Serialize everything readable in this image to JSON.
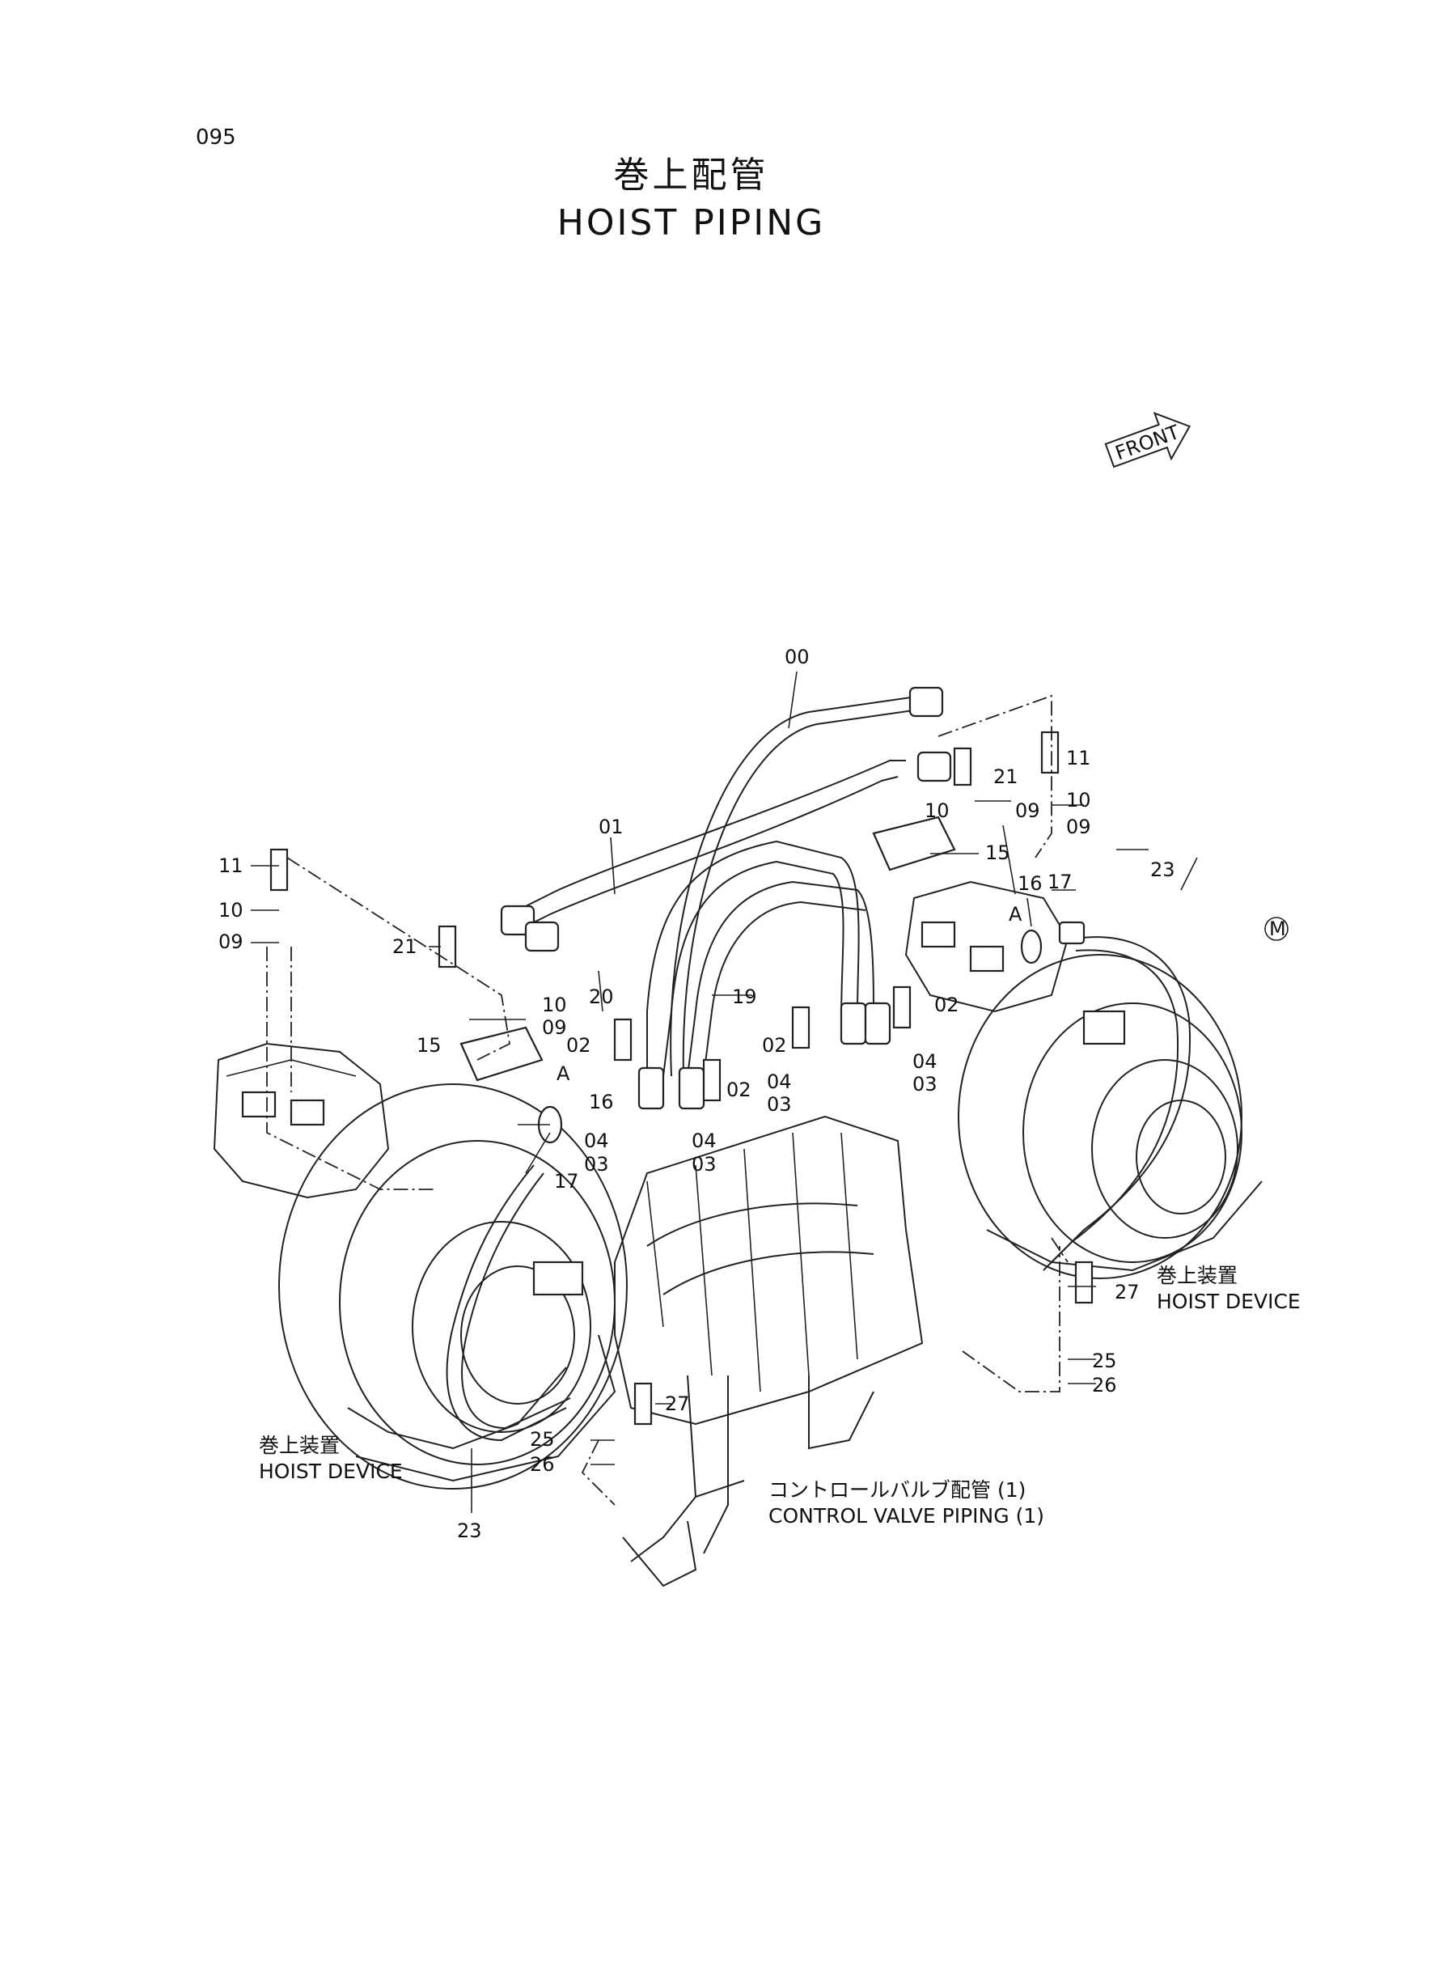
{
  "page_number": "095",
  "title_jp": "巻上配管",
  "title_en": "HOIST PIPING",
  "front_label": "FRONT",
  "view_marker": "A",
  "labels": {
    "hoist_device_jp": "巻上装置",
    "hoist_device_en": "HOIST DEVICE",
    "control_valve_jp": "コントロールバルブ配管 (1)",
    "control_valve_en": "CONTROL VALVE PIPING (1)"
  },
  "callouts": [
    "00",
    "01",
    "02",
    "03",
    "04",
    "09",
    "10",
    "11",
    "15",
    "16",
    "17",
    "19",
    "20",
    "21",
    "23",
    "25",
    "26",
    "27"
  ],
  "corner_mark": "M"
}
